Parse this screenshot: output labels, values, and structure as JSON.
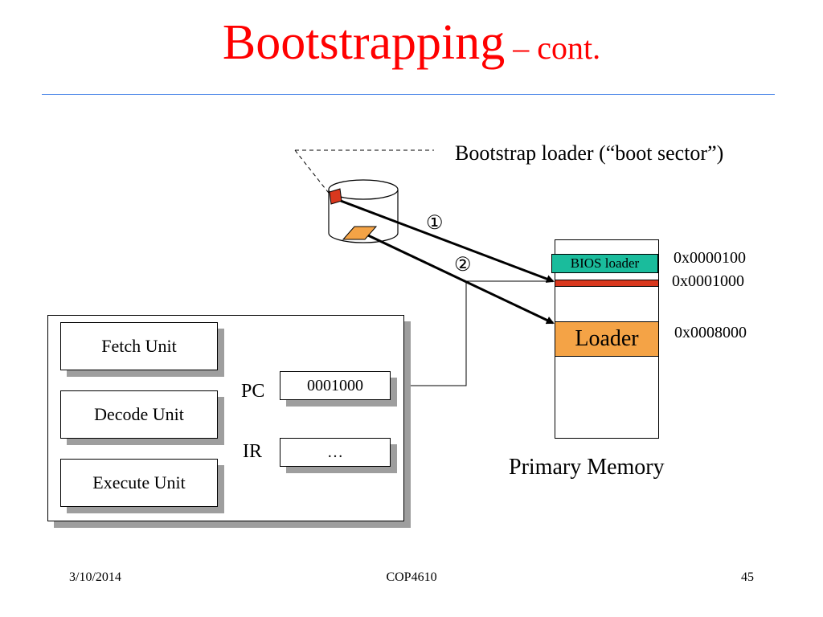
{
  "slide": {
    "title": "Bootstrapping",
    "title_suffix": "– cont."
  },
  "diagram": {
    "boot_sector_label": "Bootstrap loader (“boot sector”)",
    "step_1": "①",
    "step_2": "②",
    "cpu": {
      "units": [
        "Fetch Unit",
        "Decode Unit",
        "Execute Unit"
      ],
      "pc_label": "PC",
      "pc_value": "0001000",
      "ir_label": "IR",
      "ir_value": "…"
    },
    "memory": {
      "caption": "Primary Memory",
      "bios_block": "BIOS loader",
      "loader_block": "Loader",
      "addresses": [
        "0x0000100",
        "0x0001000",
        "0x0008000"
      ]
    },
    "colors": {
      "title": "#ff0000",
      "bios_block": "#1abc9c",
      "loader_block": "#f4a346",
      "red_block": "#d9381e",
      "rule": "#4a86e8"
    }
  },
  "footer": {
    "date": "3/10/2014",
    "course": "COP4610",
    "page": "45"
  }
}
